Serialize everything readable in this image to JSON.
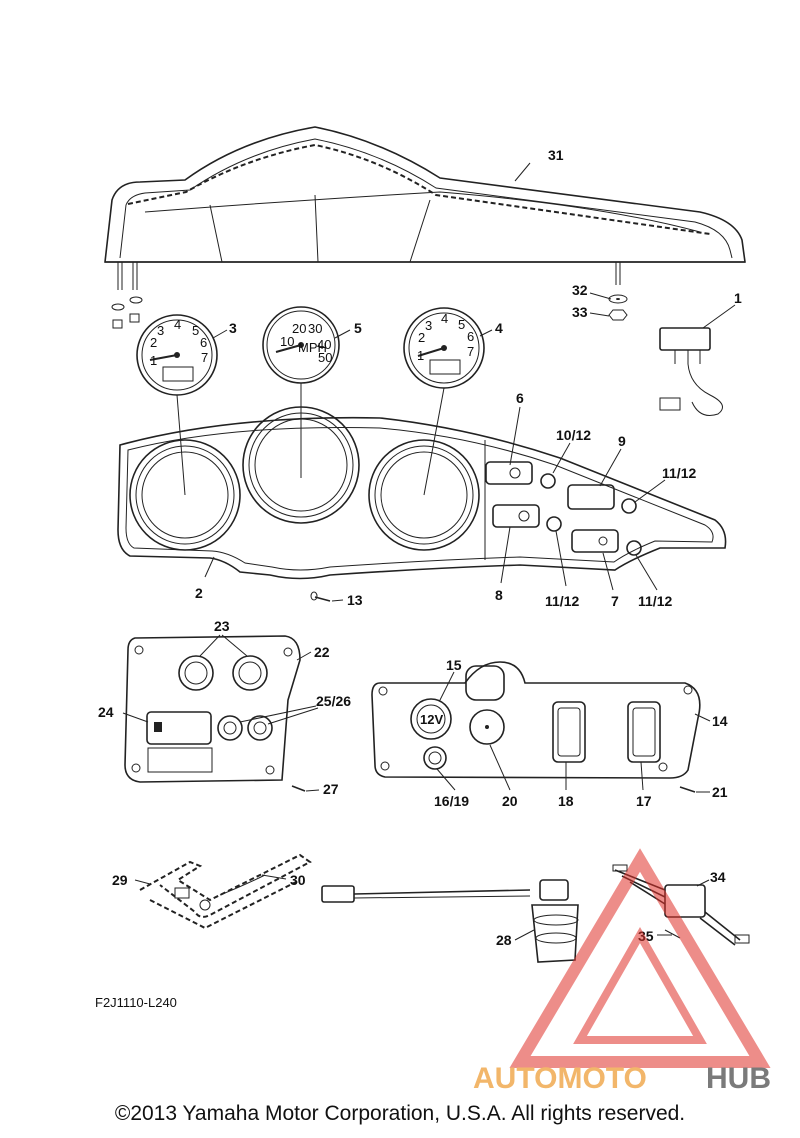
{
  "callouts": {
    "c1": "1",
    "c2": "2",
    "c3": "3",
    "c4": "4",
    "c5": "5",
    "c6": "6",
    "c7": "7",
    "c8": "8",
    "c9": "9",
    "c10_12": "10/12",
    "c11_12_a": "11/12",
    "c11_12_b": "11/12",
    "c11_12_c": "11/12",
    "c13": "13",
    "c14": "14",
    "c15": "15",
    "c16_19": "16/19",
    "c17": "17",
    "c18": "18",
    "c20": "20",
    "c21": "21",
    "c22": "22",
    "c23": "23",
    "c24": "24",
    "c25_26": "25/26",
    "c27": "27",
    "c28": "28",
    "c29": "29",
    "c30": "30",
    "c31": "31",
    "c32": "32",
    "c33": "33",
    "c34": "34",
    "c35": "35"
  },
  "gauge_tach_left": {
    "n1": "1",
    "n2": "2",
    "n3": "3",
    "n4": "4",
    "n5": "5",
    "n6": "6",
    "n7": "7"
  },
  "gauge_speed": {
    "n10": "10",
    "n20": "20",
    "n30": "30",
    "n40": "40",
    "n50": "50",
    "unit": "MPH"
  },
  "gauge_tach_right": {
    "n1": "1",
    "n2": "2",
    "n3": "3",
    "n4": "4",
    "n5": "5",
    "n6": "6",
    "n7": "7"
  },
  "socket_label": "12V",
  "diagram_code": "F2J1110-L240",
  "watermark": {
    "part1": "AUTOMOTO",
    "part2": "HUB",
    "color1": "#f2b66a",
    "color2": "#7a7a7a",
    "triangle_color": "#e0312a"
  },
  "copyright": "©2013 Yamaha Motor Corporation, U.S.A. All rights reserved."
}
